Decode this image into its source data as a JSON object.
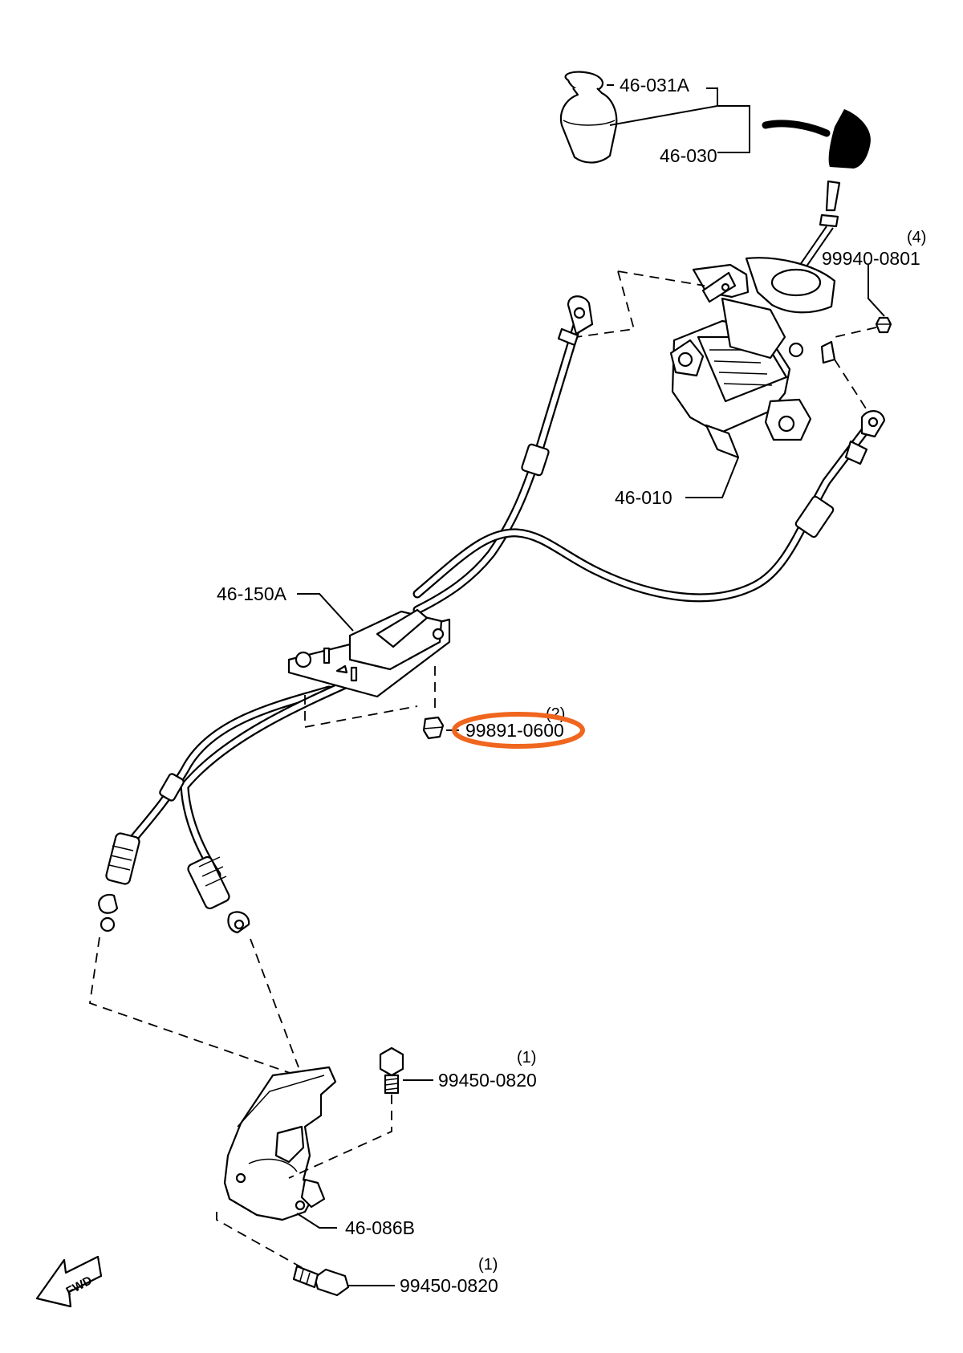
{
  "labels": {
    "knob_cap": "46-031A",
    "knob": "46-030",
    "nut_top": "99940-0801",
    "nut_top_qty": "(4)",
    "lever_assembly": "46-010",
    "cable_assembly": "46-150A",
    "nut_mid": "99891-0600",
    "nut_mid_qty": "(2)",
    "bolt_upper": "99450-0820",
    "bolt_upper_qty": "(1)",
    "bracket": "46-086B",
    "bolt_lower": "99450-0820",
    "bolt_lower_qty": "(1)"
  },
  "fwd_arrow": "FWD",
  "highlight_color": "#f0661e"
}
